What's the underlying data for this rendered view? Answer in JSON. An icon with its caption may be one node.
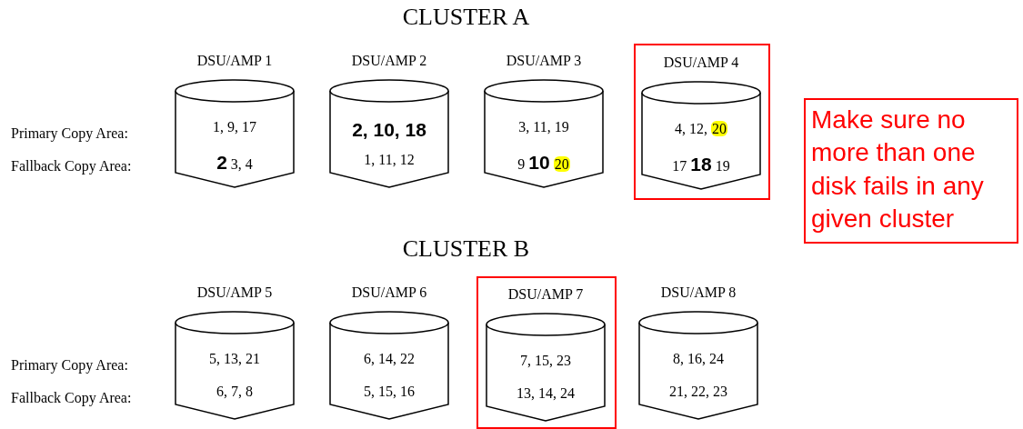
{
  "diagram": {
    "nodes": [
      {
        "text": [
          "DSU/AMP 1",
          "1, 9, 17",
          "**2** 3, 4"
        ]
      },
      {
        "text": [
          "DSU/AMP 2",
          "2, 10, 18",
          "1, 11, 12"
        ]
      },
      {
        "text": [
          "DSU/AMP 3",
          "3, 11, 19",
          "9 **10** 20"
        ]
      },
      {
        "text": [],
        "shape": "box"
      },
      {
        "text": [
          "DSU/AMP 4",
          "4, 12, 20",
          "17 **18** 19"
        ],
        "in": 3
      },
      {
        "text": [
          "Make sure no more than one disk fails in any given cluster"
        ]
      },
      {
        "text": [
          "DSU/AMP 5",
          "5, 13, 21",
          "6, 7, 8"
        ]
      },
      {
        "text": [
          "DSU/AMP 6",
          "6, 14, 22",
          "5, 15, 16"
        ]
      },
      {
        "text": [],
        "shape": "box"
      },
      {
        "text": [
          "DSU/AMP 7",
          "7, 15, 23",
          "13, 14, 24"
        ],
        "in": 8
      },
      {
        "text": [
          "DSU/AMP 8",
          "8, 16, 24",
          "21, 22, 23"
        ]
      }
    ],
    "labels": [
      "CLUSTER A",
      "Primary Copy Area:",
      "Fallback Copy Area:",
      "CLUSTER B",
      "Primary Copy Area:",
      "Fallback Copy Area:"
    ]
  }
}
